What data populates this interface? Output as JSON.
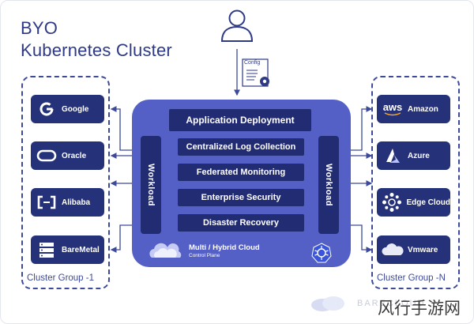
{
  "title": {
    "line1": "BYO",
    "line2": "Kubernetes Cluster"
  },
  "user": {
    "icon": "user-icon"
  },
  "config": {
    "label": "Config",
    "icon": "config-document-icon"
  },
  "control_plane": {
    "services": [
      "Application Deployment",
      "Centralized Log Collection",
      "Federated Monitoring",
      "Enterprise Security",
      "Disaster Recovery"
    ],
    "workload_left": "Workload",
    "workload_right": "Workload",
    "label": "Multi / Hybrid Cloud",
    "sublabel": "Control Plane",
    "cloud_icon": "cloud-icon",
    "k8s_icon": "kubernetes-icon"
  },
  "left_group": {
    "label": "Cluster Group -1",
    "providers": [
      {
        "name": "Google",
        "icon": "google-icon"
      },
      {
        "name": "Oracle",
        "icon": "oracle-icon"
      },
      {
        "name": "Alibaba",
        "icon": "alibaba-icon"
      },
      {
        "name": "BareMetal",
        "icon": "server-icon"
      }
    ]
  },
  "right_group": {
    "label": "Cluster Group -N",
    "providers": [
      {
        "name": "Amazon",
        "icon": "aws-icon",
        "icon_text": "aws"
      },
      {
        "name": "Azure",
        "icon": "azure-icon"
      },
      {
        "name": "Edge Cloud",
        "icon": "edge-cloud-icon"
      },
      {
        "name": "Vmware",
        "icon": "vmware-cloud-icon"
      }
    ]
  },
  "watermark": "BARECLOUD",
  "stamp": "风行手游网",
  "colors": {
    "navy": "#222c73",
    "panel": "#5560c6",
    "accent": "#3d4a9a",
    "provider_bg": "#253178"
  }
}
